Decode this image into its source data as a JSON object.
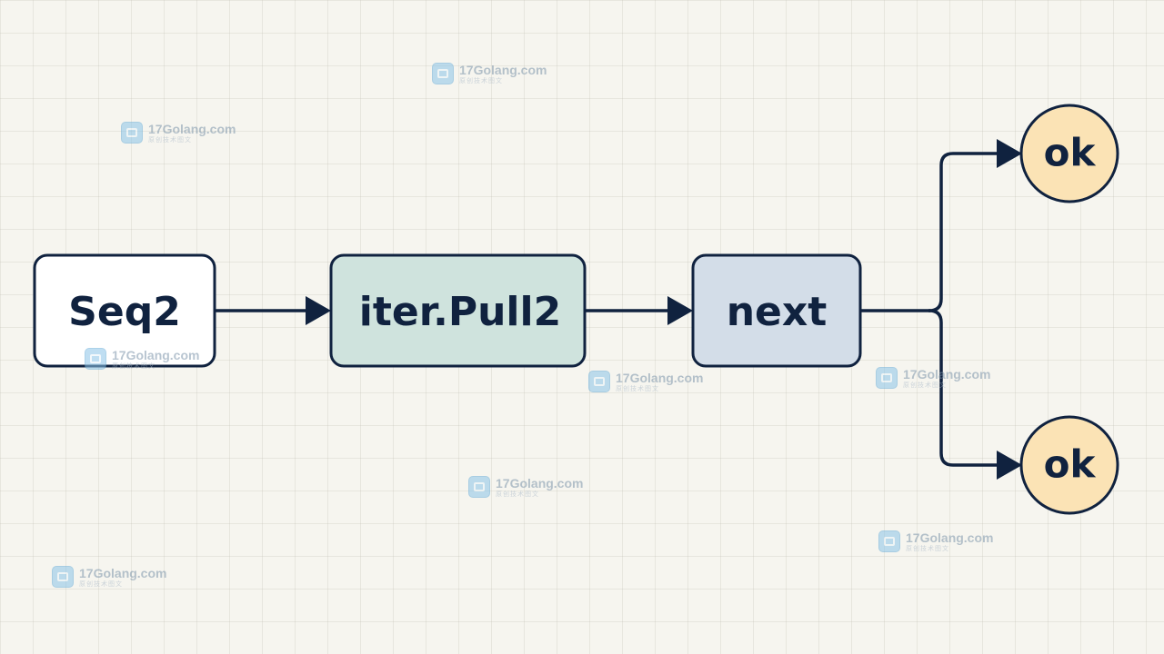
{
  "nodes": {
    "seq2": {
      "label": "Seq2",
      "fill": "#ffffff"
    },
    "pull2": {
      "label": "iter.Pull2",
      "fill": "#cfe3dd"
    },
    "next": {
      "label": "next",
      "fill": "#d3dde8"
    },
    "ok_top": {
      "label": "ok",
      "fill": "#fbe3b5"
    },
    "ok_bottom": {
      "label": "ok",
      "fill": "#fbe3b5"
    }
  },
  "colors": {
    "stroke": "#10223f",
    "text": "#10223f",
    "background": "#f6f5ef"
  },
  "watermark": {
    "site": "17Golang.com",
    "subtitle": "原创技术图文",
    "icon": "image-icon"
  }
}
